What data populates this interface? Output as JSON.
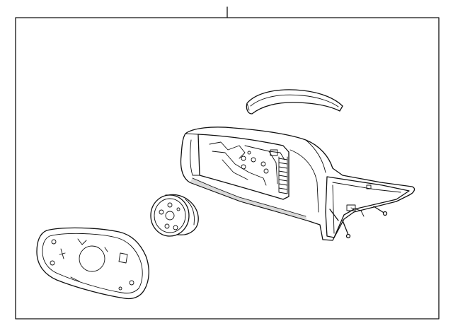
{
  "diagram": {
    "type": "exploded-parts-view",
    "callout_label": "",
    "parts": [
      {
        "id": "outer-mirror-assembly",
        "icon": "side-mirror-housing"
      },
      {
        "id": "cover-trim",
        "icon": "curved-trim-strip"
      },
      {
        "id": "actuator-motor",
        "icon": "cylinder-motor"
      },
      {
        "id": "mirror-glass",
        "icon": "mirror-glass-plate"
      }
    ],
    "colors": {
      "line": "#111111",
      "background": "#ffffff",
      "shade": "#d9d9d9"
    }
  }
}
